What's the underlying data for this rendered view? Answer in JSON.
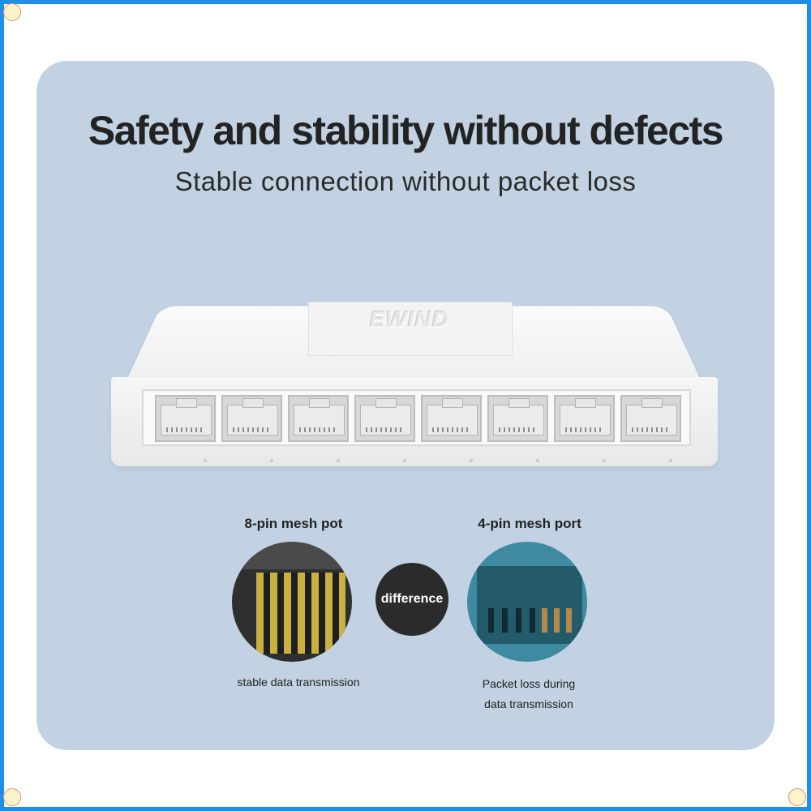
{
  "title": "Safety and stability without defects",
  "subtitle": "Stable connection without packet loss",
  "product": {
    "brand_logo": "EWIND",
    "port_count": 8
  },
  "compare": {
    "left_title": "8-pin mesh pot",
    "left_caption": "stable data transmission",
    "middle": "difference",
    "right_title": "4-pin mesh port",
    "right_caption_line1": "Packet loss during",
    "right_caption_line2": "data transmission"
  },
  "colors": {
    "frame": "#1e8fe6",
    "card": "#c2d2e2"
  }
}
